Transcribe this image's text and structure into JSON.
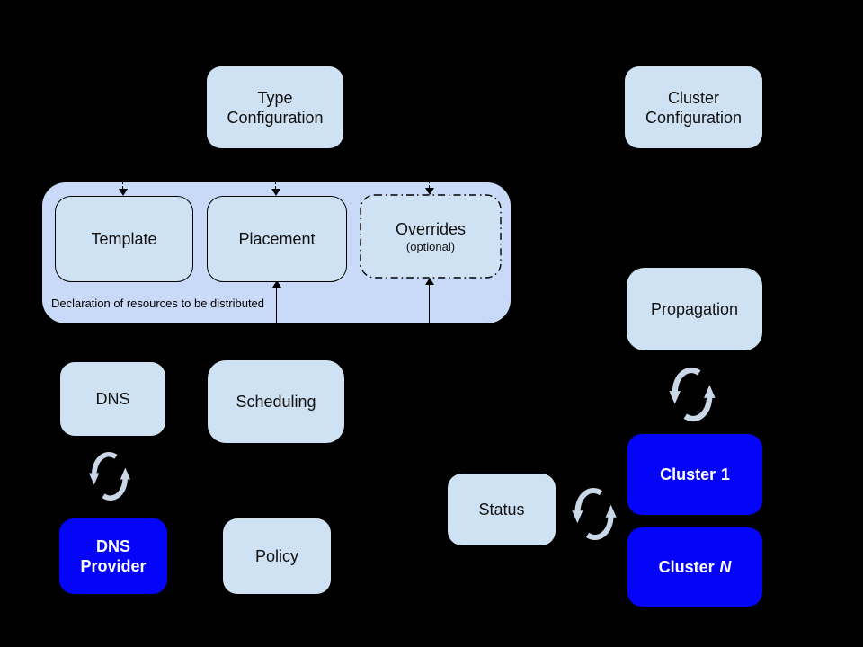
{
  "canvas": {
    "background": "#000000"
  },
  "colors": {
    "light_box": "#cfe2f3",
    "resource_container": "#c9daf8",
    "cluster_blue": "#0404f8",
    "dark_text": "#111111",
    "light_text": "#ffffff",
    "sync_icon": "#c9d7e6",
    "connector": "#000000"
  },
  "nodes": {
    "type_configuration": {
      "line1": "Type",
      "line2": "Configuration"
    },
    "cluster_configuration": {
      "line1": "Cluster",
      "line2": "Configuration"
    },
    "template": {
      "label": "Template"
    },
    "placement": {
      "label": "Placement"
    },
    "overrides": {
      "label": "Overrides",
      "sublabel": "(optional)"
    },
    "resource_group_caption": "Declaration of resources to be distributed",
    "dns": {
      "label": "DNS"
    },
    "scheduling": {
      "label": "Scheduling"
    },
    "dns_provider": {
      "line1": "DNS",
      "line2": "Provider"
    },
    "policy": {
      "label": "Policy"
    },
    "propagation": {
      "label": "Propagation"
    },
    "status": {
      "label": "Status"
    },
    "cluster_1": {
      "prefix": "Cluster",
      "suffix": "1"
    },
    "cluster_n": {
      "prefix": "Cluster",
      "suffix": "N"
    }
  },
  "icons": {
    "sync": "sync-icon"
  }
}
